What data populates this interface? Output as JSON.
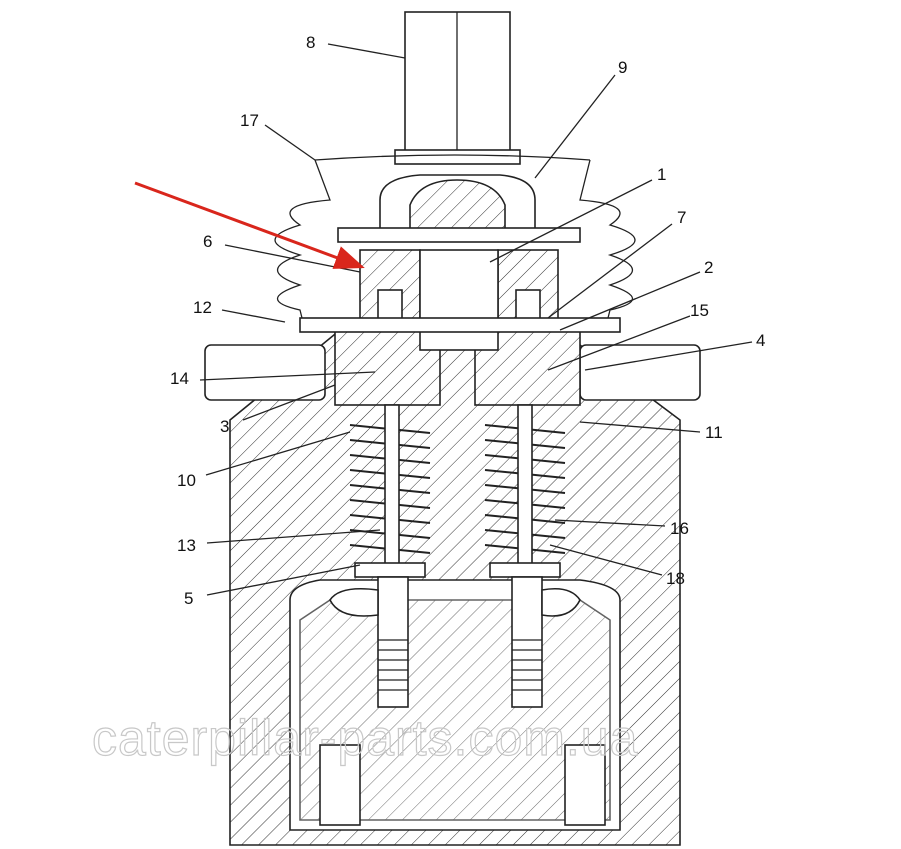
{
  "title": "Pilot valve cross-section",
  "watermark": "caterpillar-parts.com.ua",
  "arrow_color": "#d9261c",
  "callouts": {
    "c1": "1",
    "c2": "2",
    "c3": "3",
    "c4": "4",
    "c5": "5",
    "c6": "6",
    "c7": "7",
    "c8": "8",
    "c9": "9",
    "c10": "10",
    "c11": "11",
    "c12": "12",
    "c13": "13",
    "c14": "14",
    "c15": "15",
    "c16": "16",
    "c17": "17",
    "c18": "18"
  }
}
